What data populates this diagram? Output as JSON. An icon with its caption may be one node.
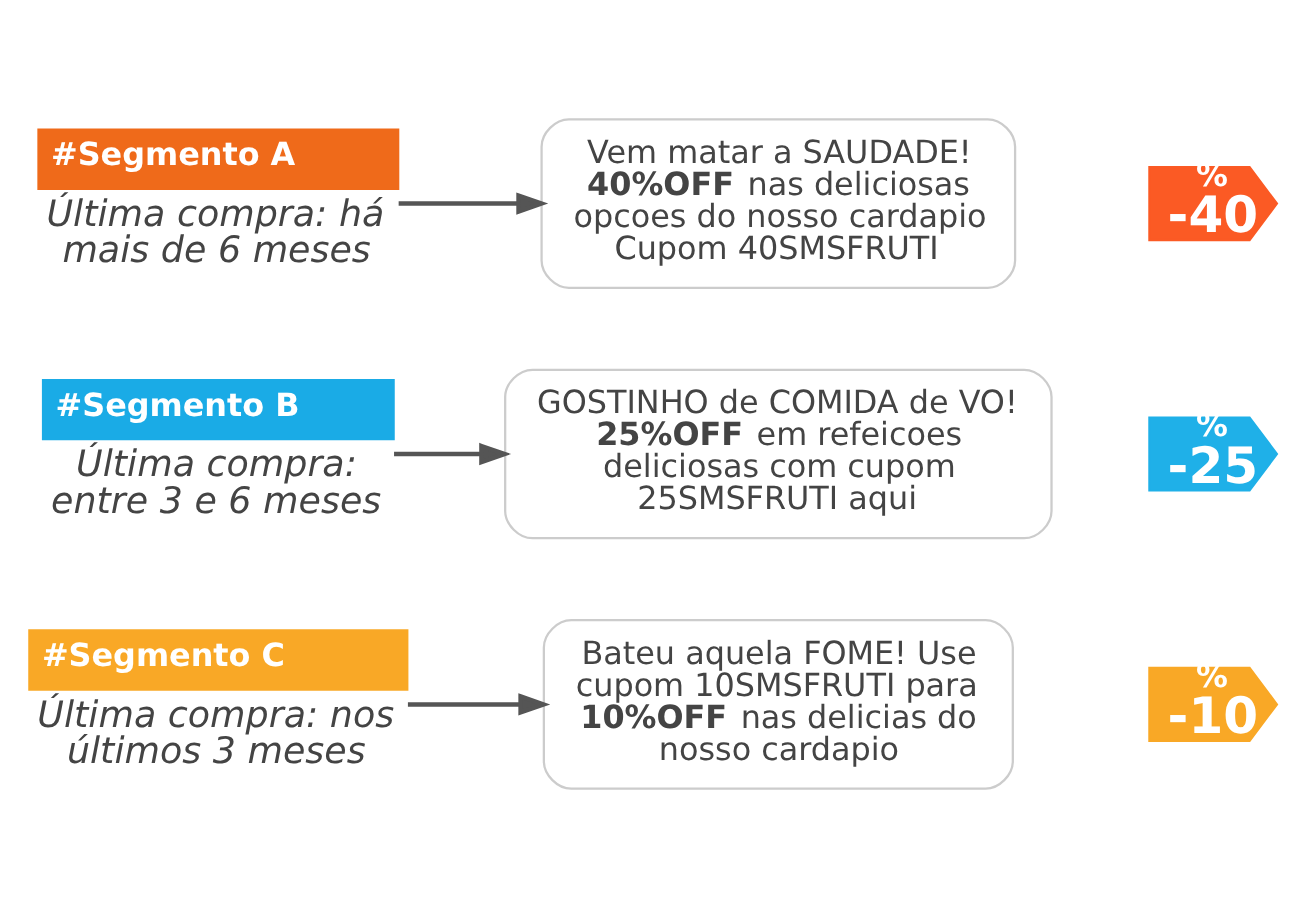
{
  "diagram": {
    "nodes": [
      {
        "text": [
          "#Segmento A",
          "Última compra: há mais de 6 meses"
        ]
      },
      {
        "text": [
          "Vem matar a SAUDADE! **40%OFF** nas deliciosas opcoes do nosso cardapio Cupom 40SMSFRUTI"
        ]
      },
      {
        "text": [
          "%",
          "-40"
        ]
      },
      {
        "text": [
          "#Segmento B",
          "Última compra: entre 3 e 6 meses"
        ]
      },
      {
        "text": [
          "GOSTINHO de COMIDA de VO! **25%OFF** em refeicoes deliciosas com cupom 25SMSFRUTI aqui"
        ]
      },
      {
        "text": [
          "%",
          "-25"
        ]
      },
      {
        "text": [
          "#Segmento C",
          "Última compra: nos últimos 3 meses"
        ]
      },
      {
        "text": [
          "Bateu aquela FOME! Use cupom 10SMSFRUTI para **10%OFF** nas delicias do nosso cardapio"
        ]
      },
      {
        "text": [
          "%",
          "-10"
        ]
      }
    ],
    "edges": [
      {
        "from": 0,
        "to": 1,
        "arrow": "to"
      },
      {
        "from": 3,
        "to": 4,
        "arrow": "to"
      },
      {
        "from": 6,
        "to": 7,
        "arrow": "to"
      }
    ]
  }
}
